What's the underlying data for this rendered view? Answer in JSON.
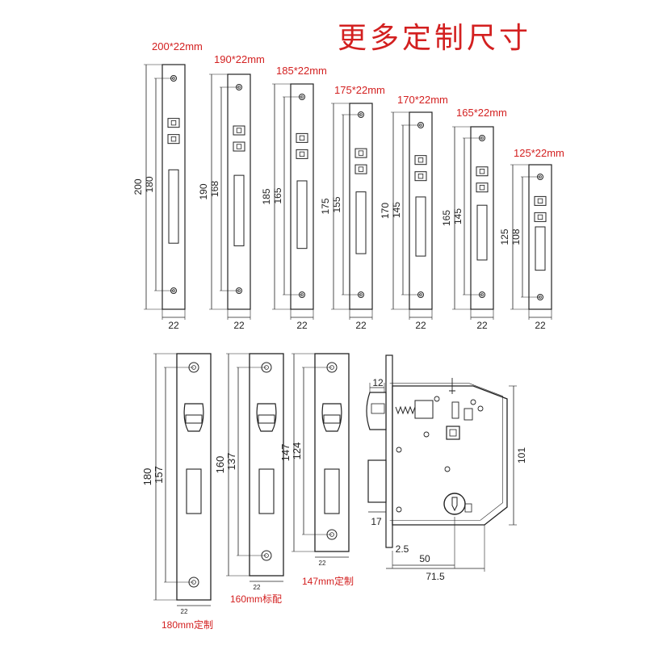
{
  "title": "更多定制尺寸",
  "colors": {
    "accent": "#d32020",
    "line": "#222222",
    "plate": "#ffffff"
  },
  "top_plates": [
    {
      "size": "200*22mm",
      "total": "200",
      "hole": "180",
      "width": "22"
    },
    {
      "size": "190*22mm",
      "total": "190",
      "hole": "168",
      "width": "22"
    },
    {
      "size": "185*22mm",
      "total": "185",
      "hole": "165",
      "width": "22"
    },
    {
      "size": "175*22mm",
      "total": "175",
      "hole": "155",
      "width": "22"
    },
    {
      "size": "170*22mm",
      "total": "170",
      "hole": "145",
      "width": "22"
    },
    {
      "size": "165*22mm",
      "total": "165",
      "hole": "145",
      "width": "22"
    },
    {
      "size": "125*22mm",
      "total": "125",
      "hole": "108",
      "width": "22"
    }
  ],
  "bottom_plates": [
    {
      "total": "180",
      "hole": "157",
      "width": "22",
      "caption": "180mm定制"
    },
    {
      "total": "160",
      "hole": "137",
      "width": "22",
      "caption": "160mm标配"
    },
    {
      "total": "147",
      "hole": "124",
      "width": "22",
      "caption": "147mm定制"
    }
  ],
  "lockbody": {
    "d12": "12",
    "d101": "101",
    "d17": "17",
    "d25": "2.5",
    "d50": "50",
    "d715": "71.5"
  }
}
